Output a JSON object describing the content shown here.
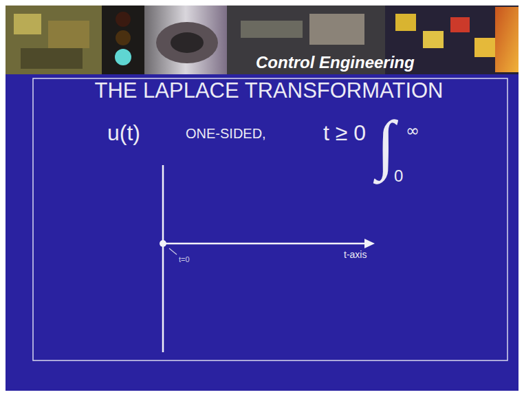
{
  "diagram": {
    "title": "THE LAPLACE TRANSFORMATION",
    "labels": [
      "Control Engineering",
      "u(t)",
      "ONE-SIDED,",
      "t ≥ 0",
      "∫",
      "∞",
      "0",
      "t=0",
      "t-axis"
    ]
  }
}
